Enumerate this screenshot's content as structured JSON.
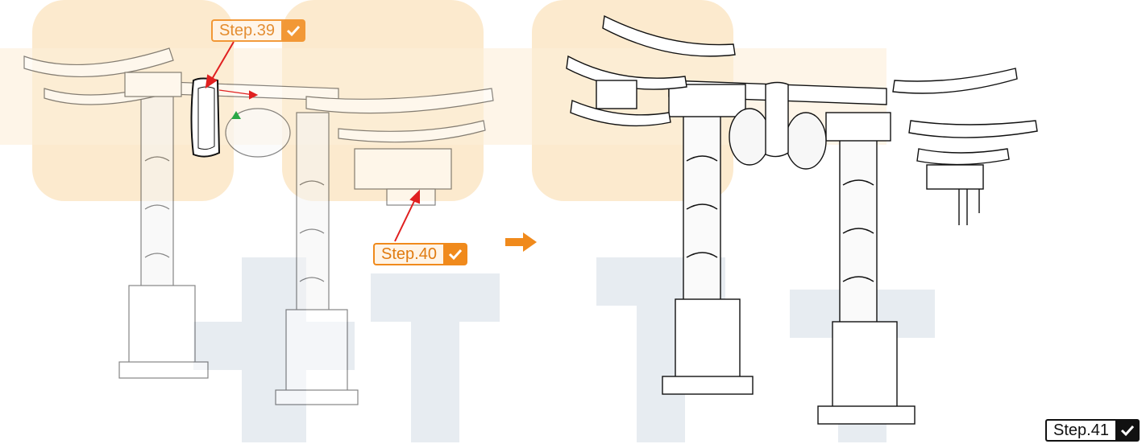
{
  "steps": {
    "step39": {
      "label": "Step.39"
    },
    "step40": {
      "label": "Step.40"
    },
    "step41": {
      "label": "Step.41"
    }
  },
  "icons": {
    "check": "check-icon",
    "next": "right-arrow-icon"
  },
  "colors": {
    "accent": "#f08a1c",
    "pointer": "#e02020",
    "marker": "#2aa845",
    "line": "#222222",
    "watermark_orange": "#f5b24a",
    "watermark_blue": "#9fb3c8"
  }
}
